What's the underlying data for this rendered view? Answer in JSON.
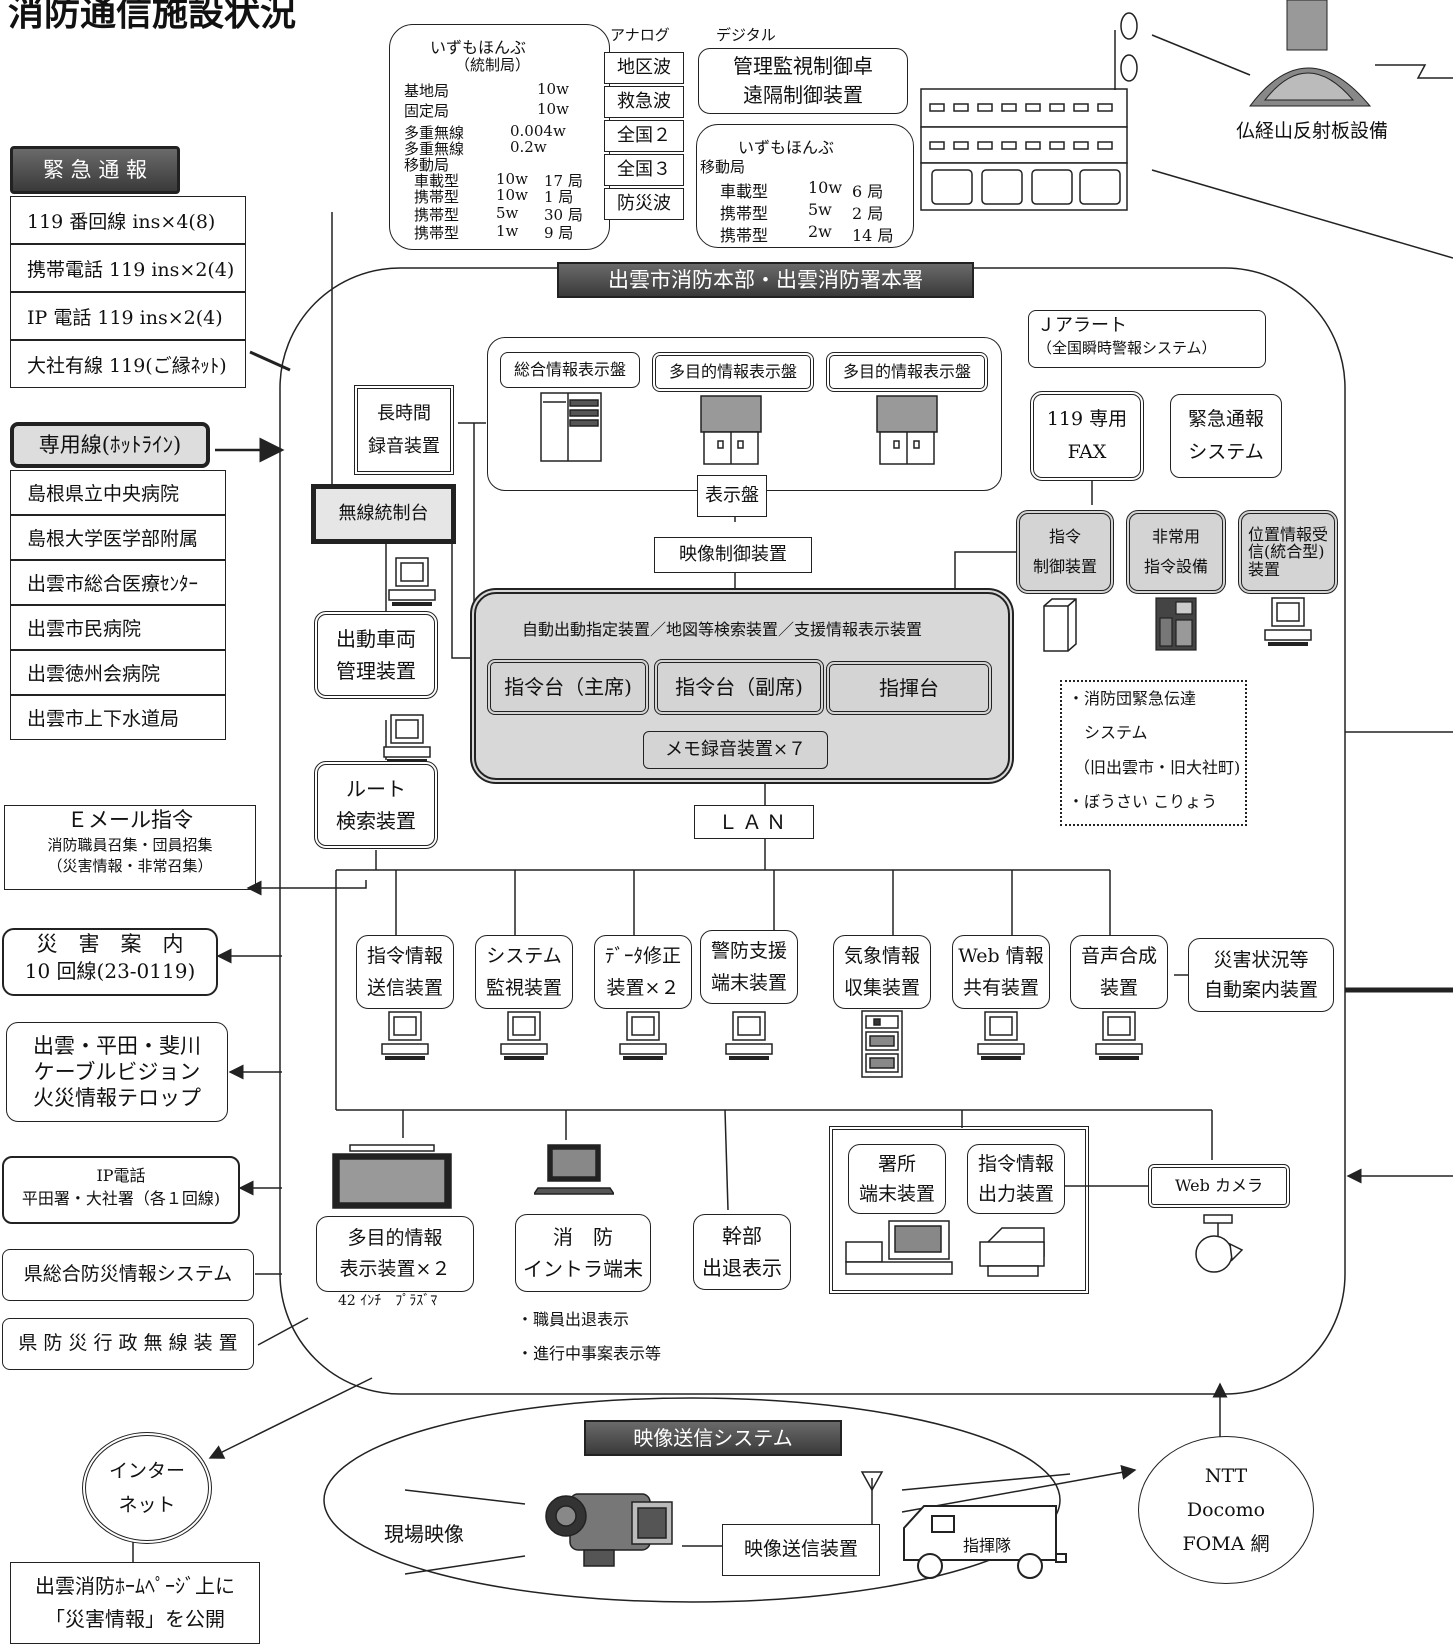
{
  "title": "消防通信施設状況",
  "radio": {
    "head": "いずもほんぶ",
    "sub": "（統制局）",
    "rows": [
      [
        "基地局",
        "10w",
        ""
      ],
      [
        "固定局",
        "10w",
        ""
      ],
      [
        "多重無線",
        "0.004w",
        ""
      ],
      [
        "多重無線",
        "0.2w",
        ""
      ],
      [
        "移動局",
        "",
        ""
      ],
      [
        "車載型",
        "10w",
        "17 局"
      ],
      [
        "携帯型",
        "10w",
        "1 局"
      ],
      [
        "携帯型",
        "5w",
        "30 局"
      ],
      [
        "携帯型",
        "1w",
        "9 局"
      ]
    ]
  },
  "analog": {
    "label": "アナログ",
    "items": [
      "地区波",
      "救急波",
      "全国２",
      "全国３",
      "防災波"
    ]
  },
  "digital": {
    "label": "デジタル",
    "console": "管理監視制御卓\n遠隔制御装置",
    "head": "いずもほんぶ",
    "mobile": "移動局",
    "rows": [
      [
        "車載型",
        "10w",
        "6 局"
      ],
      [
        "携帯型",
        "5w",
        "2 局"
      ],
      [
        "携帯型",
        "2w",
        "14 局"
      ]
    ]
  },
  "reflector": "仏経山反射板設備",
  "emergency": {
    "title": "緊 急 通 報",
    "items": [
      "119 番回線 ins×4(8)",
      "携帯電話 119 ins×2(4)",
      "IP 電話 119 ins×2(4)",
      "大社有線 119(ご縁ﾈｯﾄ)"
    ]
  },
  "hotline": {
    "title": "専用線(ﾎｯﾄﾗｲﾝ)",
    "items": [
      "島根県立中央病院",
      "島根大学医学部附属",
      "出雲市総合医療ｾﾝﾀｰ",
      "出雲市民病院",
      "出雲徳州会病院",
      "出雲市上下水道局"
    ]
  },
  "email": {
    "title": "Ｅメール指令",
    "l1": "消防職員召集・団員招集",
    "l2": "（災害情報・非常召集）"
  },
  "disaster_guide": {
    "l1": "災　害　案　内",
    "l2": "10 回線(23-0119)"
  },
  "cable": "出雲・平田・斐川\nケーブルビジョン\n火災情報テロップ",
  "ipphone": {
    "l1": "IP電話",
    "l2": "平田署・大社署（各１回線)"
  },
  "pref_system": "県総合防災情報システム",
  "pref_radio": "県 防 災 行 政 無 線 装 置",
  "internet": "インター\nネット",
  "homepage": "出雲消防ﾎｰﾑﾍﾟｰｼﾞ上に\n「災害情報」を公開",
  "hq": "出雲市消防本部・出雲消防署本署",
  "jalert": {
    "l1": "Ｊアラート",
    "l2": "（全国瞬時警報システム）"
  },
  "displays": {
    "general": "総合情報表示盤",
    "multi1": "多目的情報表示盤",
    "multi2": "多目的情報表示盤",
    "panel": "表示盤",
    "video_ctrl": "映像制御装置"
  },
  "recorder": "長時間\n録音装置",
  "radio_console": "無線統制台",
  "vehicle_mgmt": "出動車両\n管理装置",
  "route": "ルート\n検索装置",
  "fax": "119 専用\nFAX",
  "emergency_sys": "緊急通報\nシステム",
  "command_ctrl": "指令\n制御装置",
  "backup_cmd": "非常用\n指令設備",
  "location": "位置情報受\n信(統合型)\n装置",
  "dispatch": {
    "head": "自動出動指定装置／地図等検索装置／支援情報表示装置",
    "main": "指令台（主席)",
    "sub": "指令台（副席)",
    "command": "指揮台",
    "memo": "メモ録音装置×７"
  },
  "firecorps": [
    "・消防団緊急伝達",
    "システム",
    "（旧出雲市・旧大社町)",
    "・ぼうさい こりょう"
  ],
  "lan": "ＬＡＮ",
  "lan_devices": [
    "指令情報\n送信装置",
    "システム\n監視装置",
    "ﾃﾞｰﾀ修正\n装置×２",
    "警防支援\n端末装置",
    "気象情報\n収集装置",
    "Web 情報\n共有装置",
    "音声合成\n装置"
  ],
  "auto_guide": "災害状況等\n自動案内装置",
  "multi_display": "多目的情報\n表示装置×２",
  "plasma": "42 ｲﾝﾁ　ﾌﾟﾗｽﾞﾏ",
  "intra": "消　防\nイントラ端末",
  "intra_notes": [
    "・職員出退表示",
    "・進行中事案表示等"
  ],
  "executive": "幹部\n出退表示",
  "station_terminal": "署所\n端末装置",
  "cmd_output": "指令情報\n出力装置",
  "webcam": "Web カメラ",
  "video_system": {
    "title": "映像送信システム",
    "scene": "現場映像",
    "sender": "映像送信装置",
    "unit": "指揮隊"
  },
  "ntt": "NTT\nDocomo\nFOMA 網"
}
